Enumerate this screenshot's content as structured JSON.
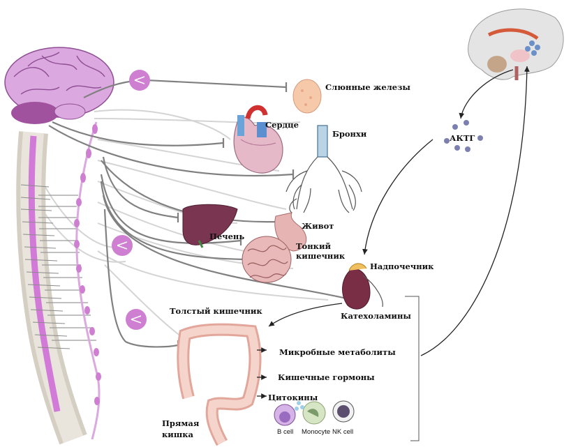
{
  "labels": {
    "salivary": "Слюнные железы",
    "heart": "Сердце",
    "bronchi": "Бронхи",
    "acth": "АКТГ",
    "liver": "Печень",
    "stomach": "Живот",
    "small_intestine_1": "Тонкий",
    "small_intestine_2": "кишечник",
    "adrenal": "Надпочечник",
    "catecholamines": "Катехоламины",
    "large_intestine": "Толстый кишечник",
    "microbial_metabolites": "Микробные метаболиты",
    "gut_hormones": "Кишечные гормоны",
    "cytokines": "Цитокины",
    "rectum_1": "Прямая",
    "rectum_2": "кишка"
  },
  "cells": {
    "b_cell": "B cell",
    "monocyte": "Monocyte",
    "nk_cell": "NK cell"
  },
  "colors": {
    "nerve": "#808080",
    "nerve_light": "#d4d4d4",
    "spine": "#d27ad8",
    "brain": "#dca8e0",
    "ganglion": "#cf7fd2",
    "arrow": "#222222"
  }
}
